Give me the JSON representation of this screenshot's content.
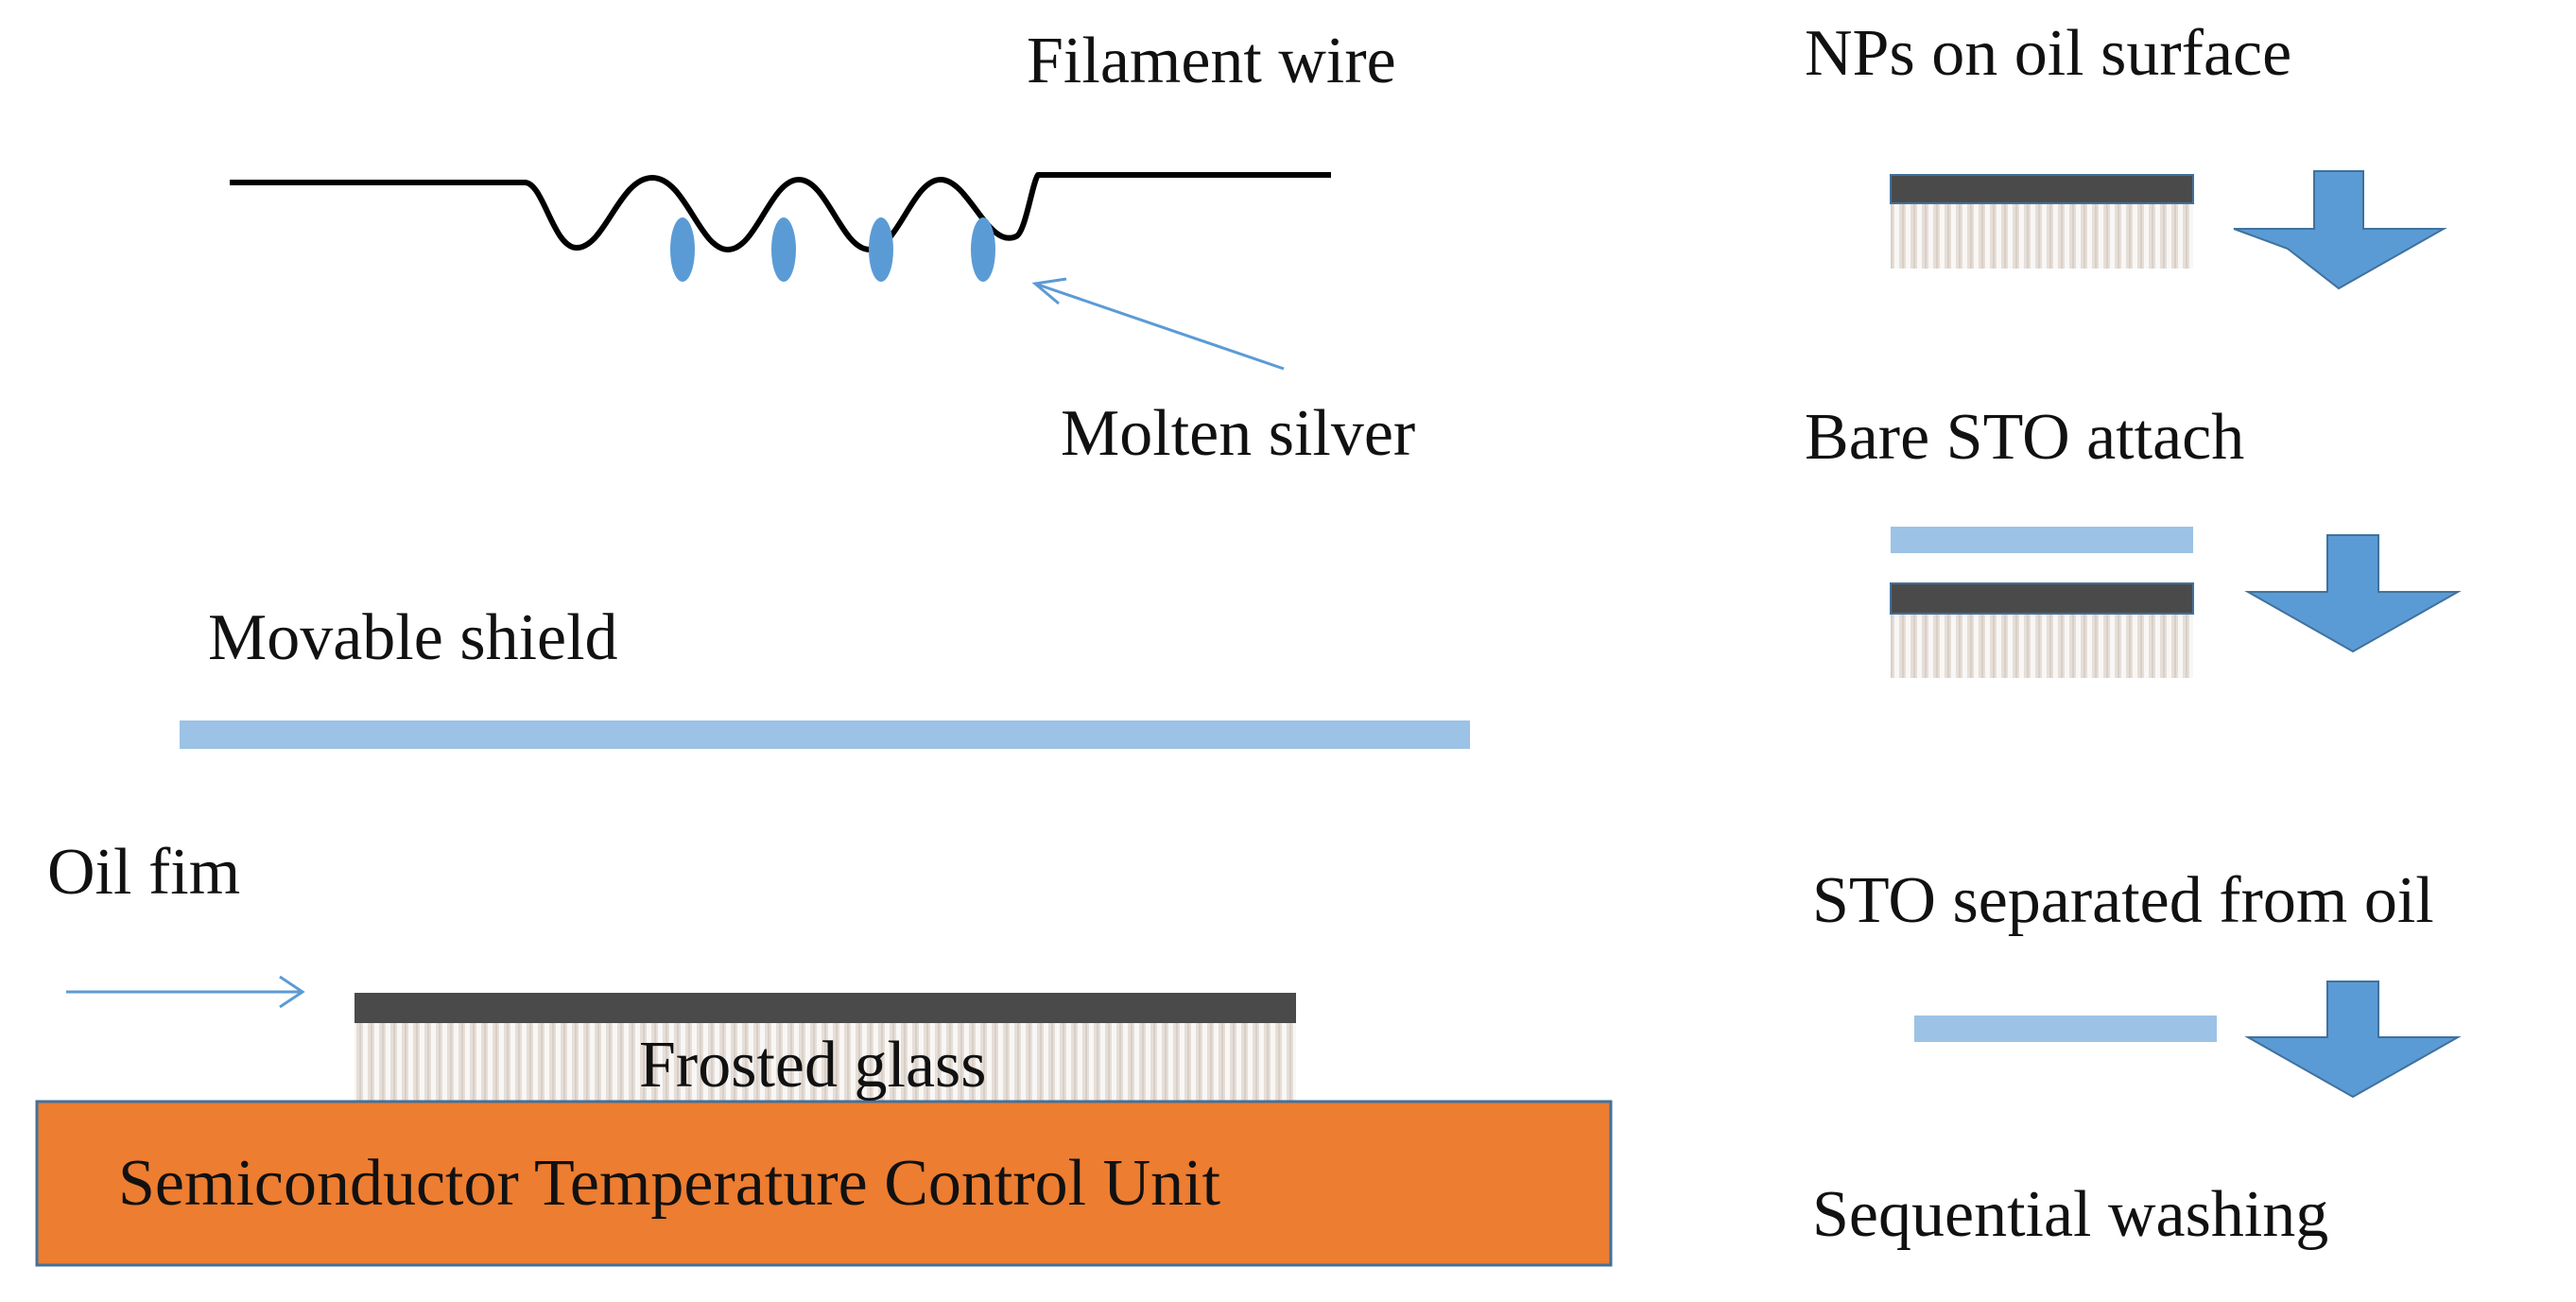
{
  "labels": {
    "filament_wire": "Filament wire",
    "molten_silver": "Molten silver",
    "movable_shield": "Movable shield",
    "oil_film": "Oil fim",
    "frosted_glass": "Frosted glass",
    "temperature_unit": "Semiconductor Temperature Control Unit",
    "step_nps_on_oil": "NPs on oil surface",
    "step_bare_sto_attach": "Bare STO attach",
    "step_sto_separated": "STO separated from oil",
    "step_sequential_washing": "Sequential washing"
  },
  "colors": {
    "oil_film": "#4a4a4a",
    "shield": "#9cc2e5",
    "silver_drop": "#5b9bd5",
    "arrow": "#5b9bd5",
    "control_unit": "#ed7d31",
    "control_unit_border": "#41719c",
    "glass_base": "#e6ded8",
    "glass_stripe": "#ffffff",
    "text": "#111111"
  }
}
